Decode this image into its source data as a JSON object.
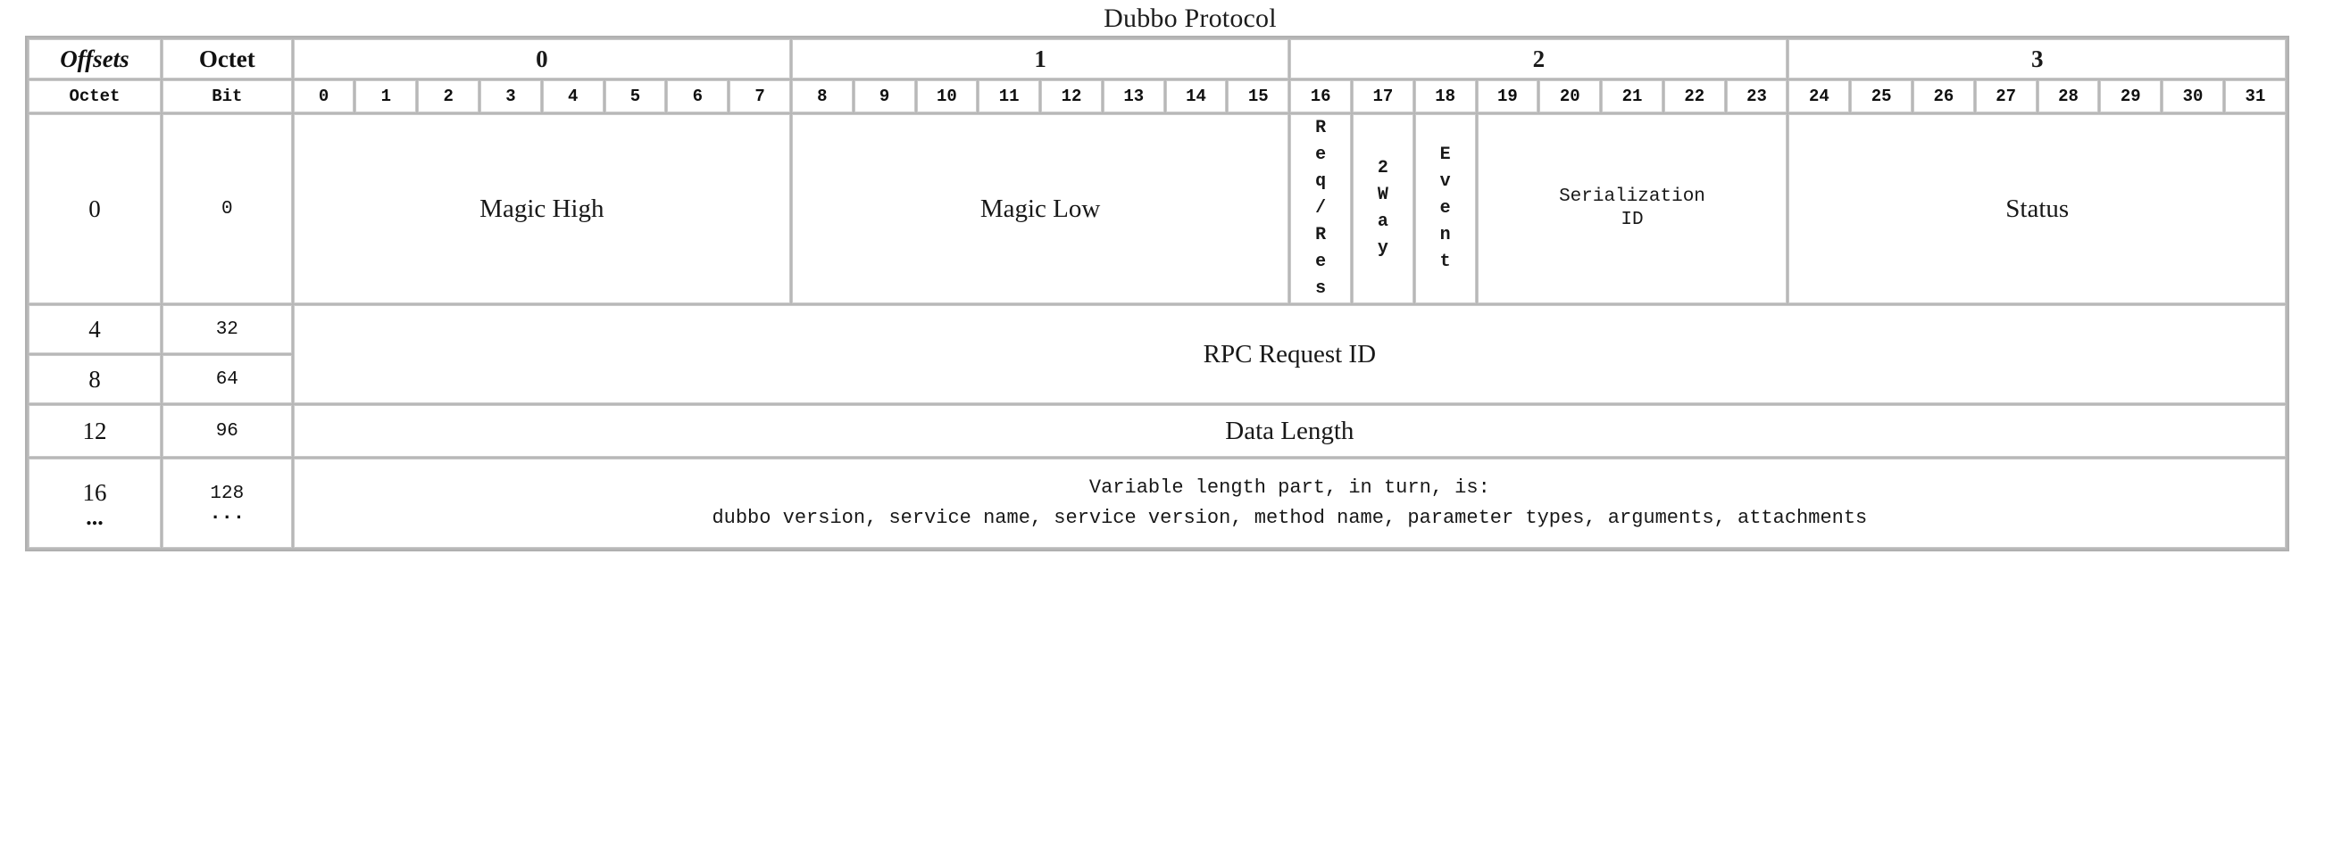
{
  "title": "Dubbo Protocol",
  "header": {
    "offsets_label": "Offsets",
    "octet_label_top": "Octet",
    "octet_label_left": "Octet",
    "bit_label": "Bit",
    "octet_groups": [
      "0",
      "1",
      "2",
      "3"
    ],
    "bit_numbers": [
      "0",
      "1",
      "2",
      "3",
      "4",
      "5",
      "6",
      "7",
      "8",
      "9",
      "10",
      "11",
      "12",
      "13",
      "14",
      "15",
      "16",
      "17",
      "18",
      "19",
      "20",
      "21",
      "22",
      "23",
      "24",
      "25",
      "26",
      "27",
      "28",
      "29",
      "30",
      "31"
    ]
  },
  "rows": [
    {
      "octet": "0",
      "bit": "0",
      "fields": [
        {
          "name": "Magic High",
          "bits": "0-7",
          "span": 8,
          "style": "serif"
        },
        {
          "name": "Magic Low",
          "bits": "8-15",
          "span": 8,
          "style": "serif"
        },
        {
          "name": "Req/Res",
          "bits": "16",
          "span": 1,
          "style": "vertical",
          "letters": [
            "R",
            "e",
            "q",
            "/",
            "R",
            "e",
            "s"
          ]
        },
        {
          "name": "2Way",
          "bits": "17",
          "span": 1,
          "style": "vertical",
          "letters": [
            "2",
            "W",
            "a",
            "y"
          ]
        },
        {
          "name": "Event",
          "bits": "18",
          "span": 1,
          "style": "vertical",
          "letters": [
            "E",
            "v",
            "e",
            "n",
            "t"
          ]
        },
        {
          "name": "Serialization ID",
          "bits": "19-23",
          "span": 5,
          "style": "mono",
          "lines": [
            "Serialization",
            "ID"
          ]
        },
        {
          "name": "Status",
          "bits": "24-31",
          "span": 8,
          "style": "serif"
        }
      ]
    },
    {
      "octet": "4",
      "bit": "32",
      "fields": [
        {
          "name": "RPC Request ID",
          "bits": "32-63",
          "span": 32,
          "style": "serif",
          "merged_with_next": true
        }
      ]
    },
    {
      "octet": "8",
      "bit": "64",
      "fields": []
    },
    {
      "octet": "12",
      "bit": "96",
      "fields": [
        {
          "name": "Data Length",
          "bits": "96-127",
          "span": 32,
          "style": "serif"
        }
      ]
    },
    {
      "octet": "16",
      "octet_cont": "...",
      "bit": "128",
      "bit_cont": "...",
      "fields": [
        {
          "name": "Variable length part",
          "bits": "128+",
          "span": 32,
          "style": "mono",
          "lines": [
            "Variable length part, in turn, is:",
            "dubbo version, service name, service version, method name, parameter types, arguments, attachments"
          ]
        }
      ]
    }
  ],
  "colors": {
    "page_background": "#ffffff",
    "cell_background": "#ffffff",
    "grid_line": "#b8b8b8",
    "cell_border": "#c9c9c9",
    "text": "#181818"
  }
}
